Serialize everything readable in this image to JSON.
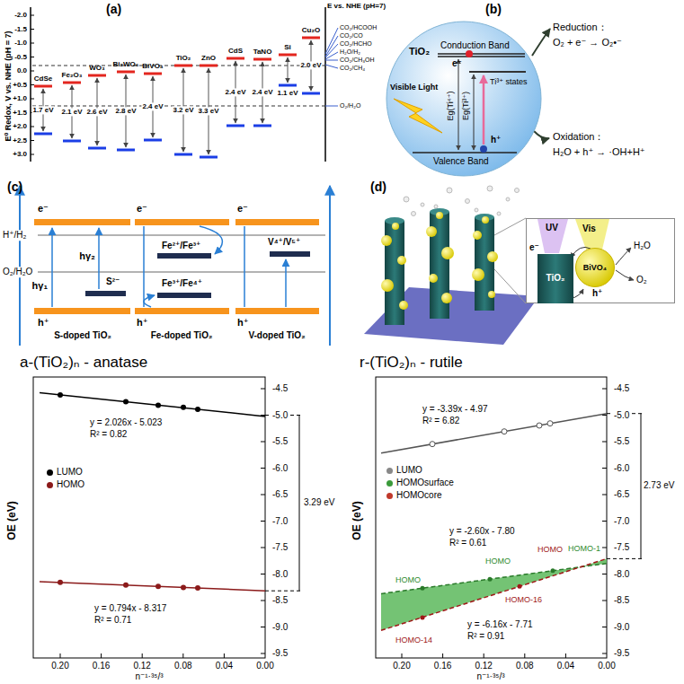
{
  "diagram": {
    "nodes": [
      {
        "text": [
          "TiO₂",
          "Conduction Band",
          "e⁻",
          "Visible Light",
          "Eg(Ti⁴⁺)",
          "Eg(Ti³⁺)",
          "Ti³⁺ states",
          "h⁺",
          "Valence Band"
        ]
      },
      {
        "text": [
          "UV",
          "Vis",
          "e⁻",
          "H₂O",
          "O₂",
          "h⁺"
        ]
      },
      {
        "text": [
          "TiO₂"
        ],
        "in": 1
      },
      {
        "text": [
          "BiVO₄"
        ],
        "in": 1
      }
    ],
    "labels": [
      "(a)",
      "E⁰ Redox, V vs. NHE (pH = 7)",
      "-2.0",
      "-1.5",
      "-1.0",
      "-0.5",
      "0.0",
      "+0.5",
      "+1.0",
      "+1.5",
      "+2.0",
      "+2.5",
      "+3.0",
      "CdSe",
      "Fe₂O₃",
      "WO₃",
      "Bi₂WO₆",
      "BiVO₄",
      "TiO₂",
      "ZnO",
      "CdS",
      "TaNO",
      "Si",
      "Cu₂O",
      "1.7 eV",
      "2.1 eV",
      "2.6 eV",
      "2.8 eV",
      "2.4 eV",
      "3.2 eV",
      "3.3 eV",
      "2.4 eV",
      "2.4 eV",
      "1.1 eV",
      "2.0 eV",
      "E vs. NHE (pH=7)",
      "CO₂/HCOOH",
      "CO₂/CO",
      "CO₂/HCHO",
      "H₂O/H₂",
      "CO₂/CH₃OH",
      "CO₂/CH₄",
      "O₂/H₂O",
      "(b)",
      "Reduction：",
      "O₂ + e⁻ → O₂•⁻",
      "Oxidation：",
      "H₂O + h⁺ → ·OH+H⁺",
      "(c)",
      "H⁺/H₂",
      "O₂/H₂O",
      "e⁻",
      "hγ₁",
      "hγ₂",
      "S²⁻",
      "h⁺",
      "S-doped TiO₂",
      "e⁻",
      "Fe²⁺/Fe³⁺",
      "Fe³⁺/Fe⁴⁺",
      "h⁺",
      "Fe-doped TiO₂",
      "e⁻",
      "V⁴⁺/V⁵⁺",
      "h⁺",
      "V-doped TiO₂",
      "(d)",
      "a-(TiO₂)ₙ - anatase",
      "OE (eV)",
      "-4.5",
      "-5.0",
      "-5.5",
      "-6.0",
      "-6.5",
      "-7.0",
      "-7.5",
      "-8.0",
      "-8.5",
      "-9.0",
      "-9.5",
      "0.20",
      "0.16",
      "0.12",
      "0.08",
      "0.04",
      "0.00",
      "n⁻¹·³⁵/³",
      "y = 2.026x - 5.023",
      "R² = 0.82",
      "y = 0.794x - 8.317",
      "R² = 0.71",
      "3.29 eV",
      "r-(TiO₂)ₙ - rutile",
      "OE (eV)",
      "-4.5",
      "-5.0",
      "-5.5",
      "-6.0",
      "-6.5",
      "-7.0",
      "-7.5",
      "-8.0",
      "-8.5",
      "-9.0",
      "-9.5",
      "0.20",
      "0.16",
      "0.12",
      "0.08",
      "0.04",
      "0.00",
      "n⁻¹·³⁵/³",
      "y = -3.39x - 4.97",
      "R² = 6.82",
      "y = -2.60x - 7.80",
      "R² = 0.61",
      "y = -6.16x - 7.71",
      "R² = 0.91",
      "HOMO",
      "HOMO",
      "HOMO",
      "HOMO-1",
      "HOMO-16",
      "HOMO-14",
      "2.73 eV"
    ],
    "legend": [
      {
        "text": "LUMO",
        "color": "#000000"
      },
      {
        "text": "HOMO",
        "color": "#8b1a1a"
      },
      {
        "text": "LUMO",
        "color": "#888888"
      },
      {
        "text": "HOMOsurface",
        "color": "#3a9a3a"
      },
      {
        "text": "HOMOcore",
        "color": "#c0392b"
      }
    ]
  }
}
